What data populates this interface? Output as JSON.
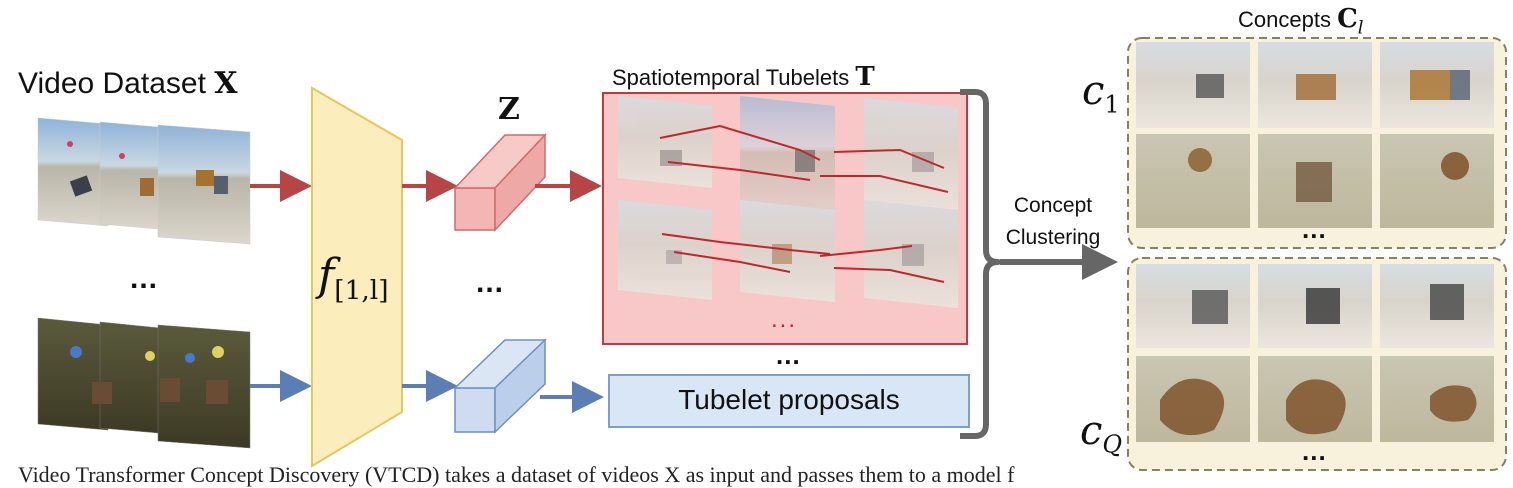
{
  "dataset": {
    "title": "Video Dataset",
    "symbol": "X"
  },
  "model": {
    "symbol": "f",
    "subscript": "[1,l]"
  },
  "features": {
    "symbol": "Z"
  },
  "tubelets": {
    "title": "Spatiotemporal Tubelets",
    "symbol": "T",
    "more": "...",
    "proposals_label": "Tubelet proposals"
  },
  "clustering": {
    "line1": "Concept",
    "line2": "Clustering"
  },
  "concepts": {
    "title": "Concepts",
    "symbol": "C",
    "subscript": "l",
    "first": {
      "symbol": "c",
      "subscript": "1"
    },
    "last": {
      "symbol": "c",
      "subscript": "Q"
    }
  },
  "ellipsis": "...",
  "caption_fragment": "Video Transformer Concept Discovery (VTCD) takes a dataset of videos X as input and passes them to a model f",
  "colors": {
    "red_path": "#b84545",
    "blue_path": "#5b7fb5",
    "model_fill": "#fbeebc",
    "model_stroke": "#e6c75a",
    "tube_fill": "#f8c8c8",
    "tube_stroke": "#c0393b",
    "proposal_fill": "#d8e6f6",
    "proposal_stroke": "#7aa0cc",
    "concept_fill": "#f8f2dc",
    "concept_stroke": "#8a8060",
    "arrow_gray": "#666666"
  }
}
